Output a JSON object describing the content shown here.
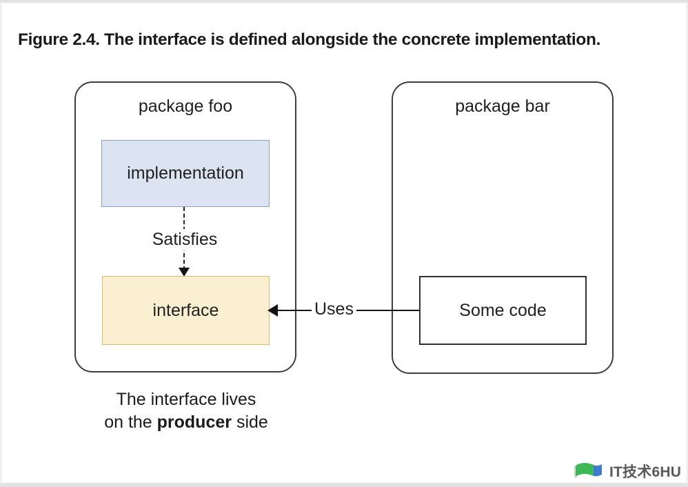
{
  "figure": {
    "title": "Figure 2.4. The interface is defined alongside the concrete implementation."
  },
  "diagram": {
    "type": "package-dependency-diagram",
    "packages": [
      {
        "id": "foo",
        "label": "package foo",
        "nodes": [
          {
            "id": "implementation",
            "label": "implementation",
            "fill": "#dce4f2",
            "stroke": "#8e9cc4"
          },
          {
            "id": "interface",
            "label": "interface",
            "fill": "#fbefd1",
            "stroke": "#d8bb6e"
          }
        ]
      },
      {
        "id": "bar",
        "label": "package bar",
        "nodes": [
          {
            "id": "some-code",
            "label": "Some code",
            "fill": "#ffffff",
            "stroke": "#303030"
          }
        ]
      }
    ],
    "edges": [
      {
        "id": "satisfies",
        "label": "Satisfies",
        "from": "implementation",
        "to": "interface",
        "style": "dashed",
        "direction": "down"
      },
      {
        "id": "uses",
        "label": "Uses",
        "from": "some-code",
        "to": "interface",
        "style": "solid",
        "direction": "left"
      }
    ],
    "annotation": {
      "line1": "The interface lives",
      "line2_prefix": "on the ",
      "line2_emphasis": "producer",
      "line2_suffix": " side"
    }
  },
  "watermark": {
    "text": "IT技术6HU",
    "logo_colors": {
      "green": "#2fb24a",
      "blue": "#2f6fd0"
    }
  }
}
